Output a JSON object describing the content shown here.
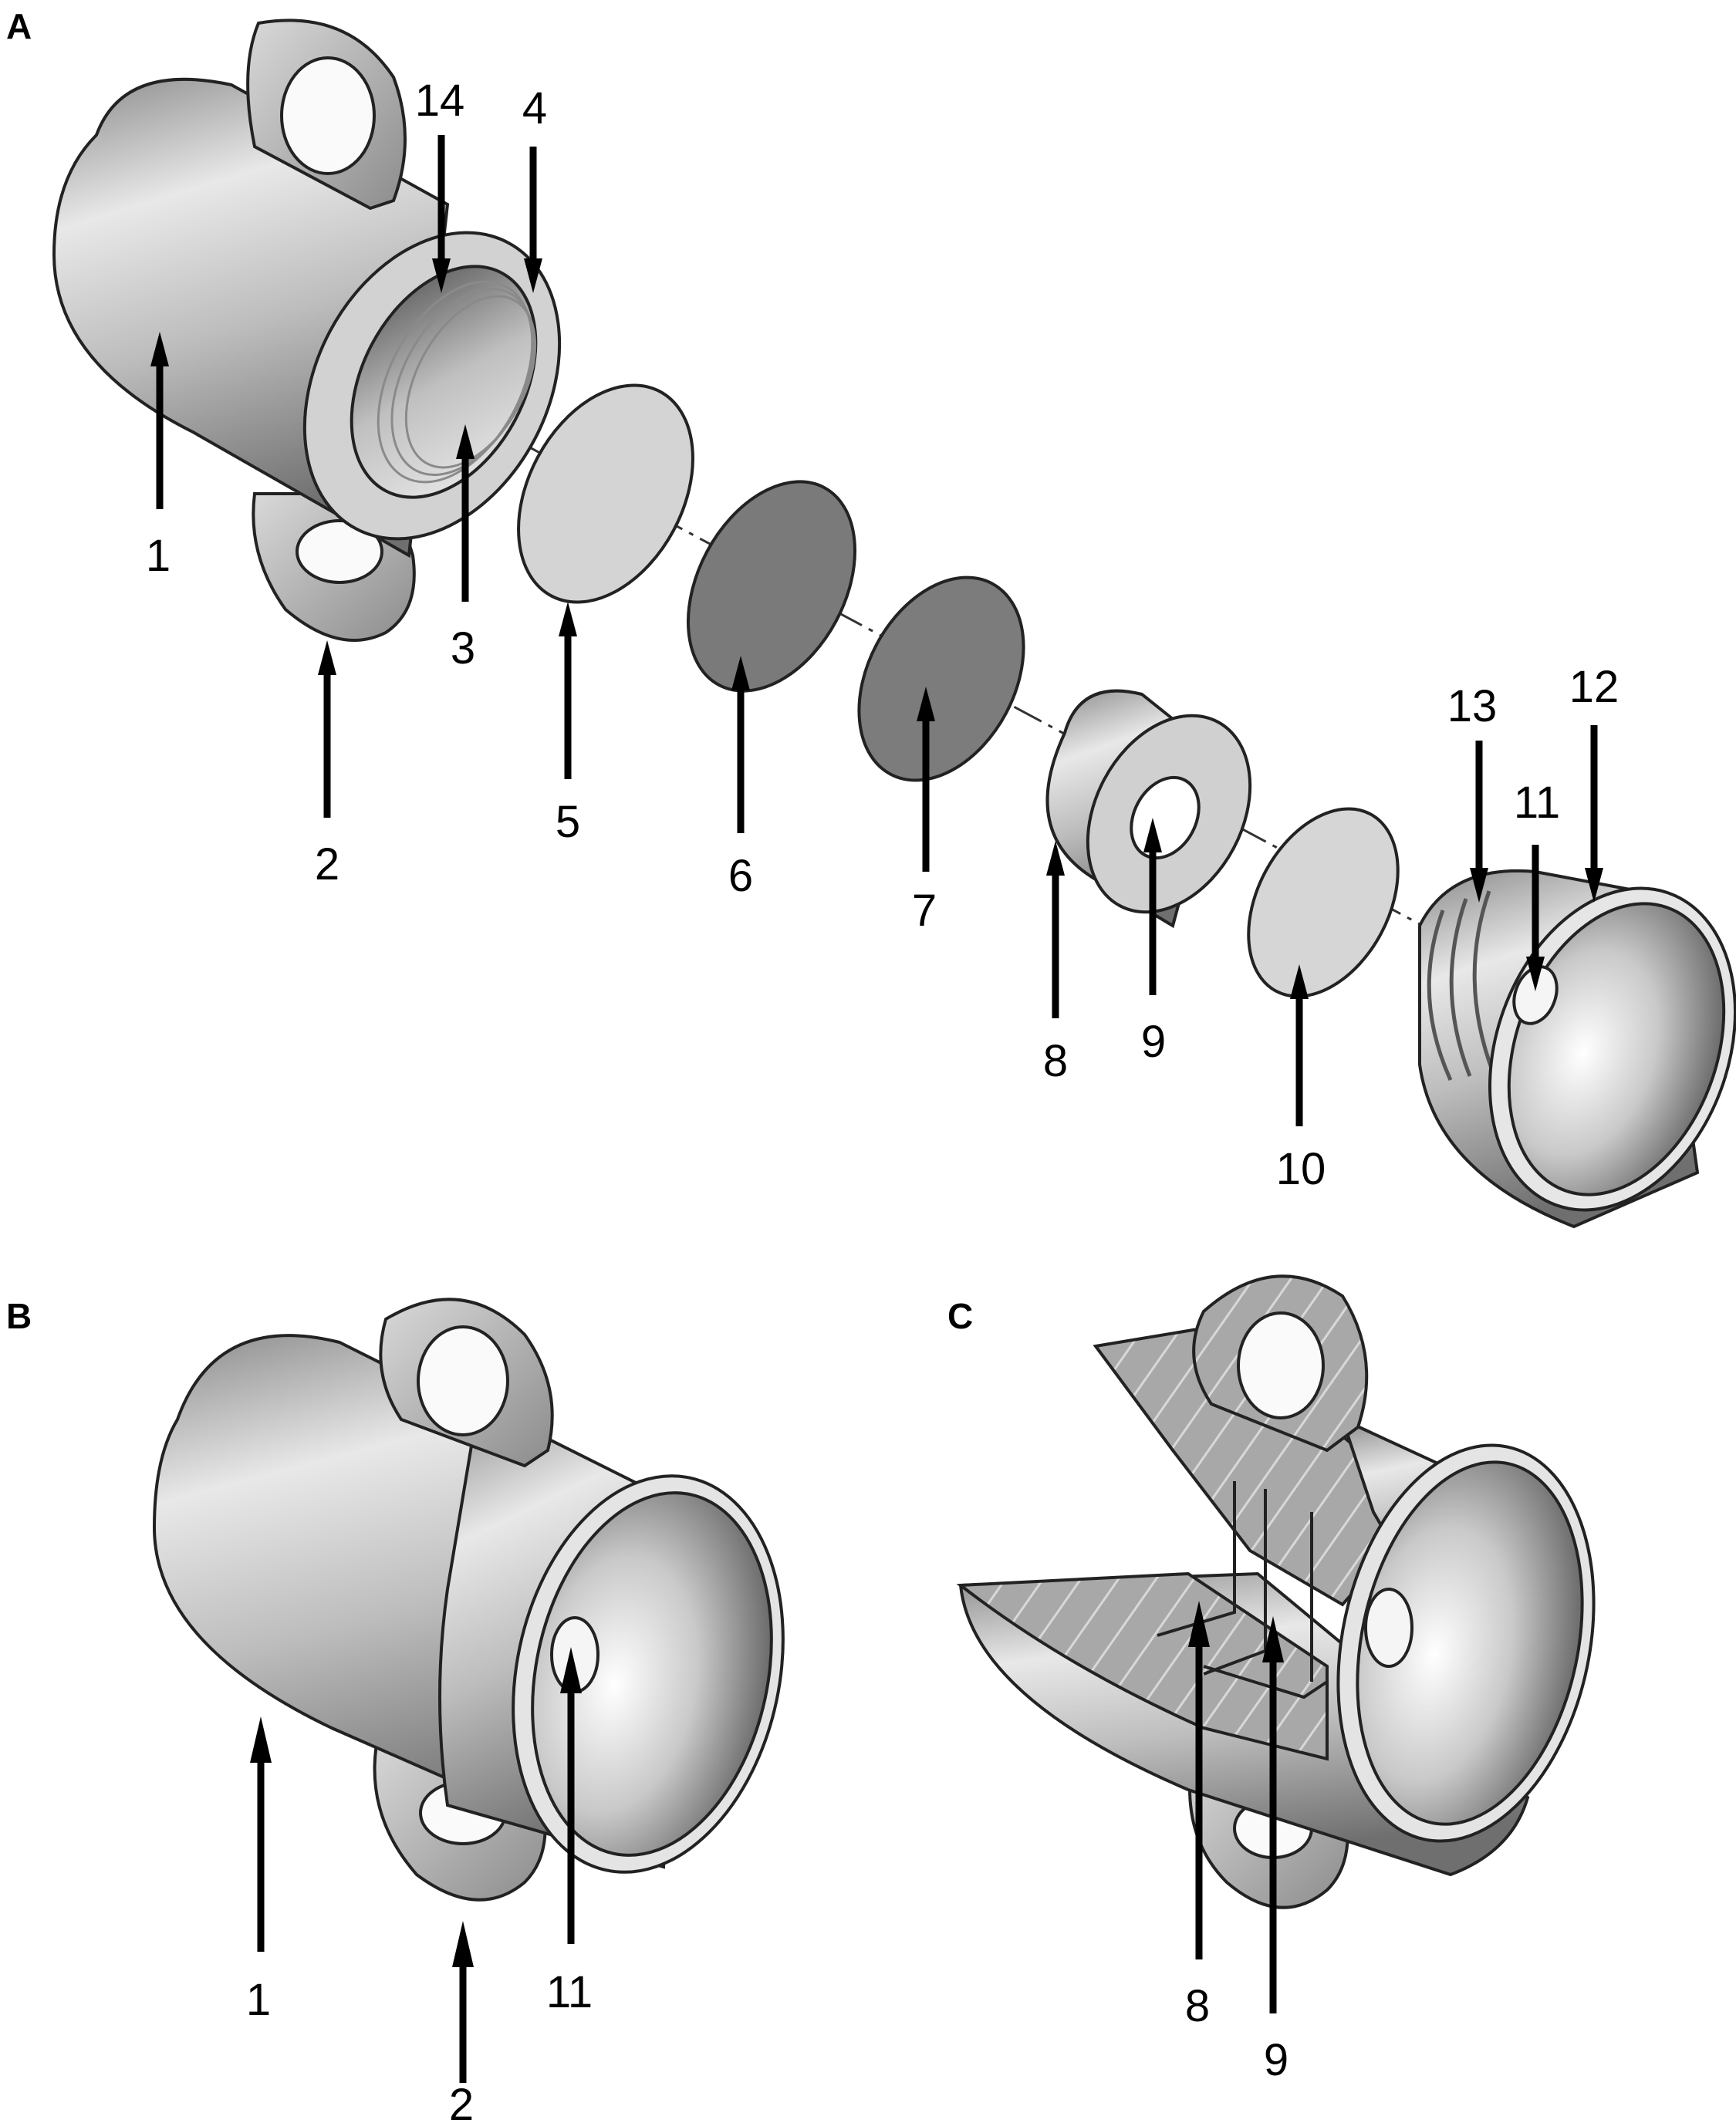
{
  "panels": [
    {
      "id": "A",
      "label": "A"
    },
    {
      "id": "B",
      "label": "B"
    },
    {
      "id": "C",
      "label": "C"
    }
  ],
  "callouts": {
    "a": [
      "1",
      "2",
      "3",
      "4",
      "5",
      "6",
      "7",
      "8",
      "9",
      "10",
      "11",
      "12",
      "13",
      "14"
    ],
    "b": [
      "1",
      "2",
      "11"
    ],
    "c": [
      "8",
      "9"
    ]
  },
  "colors": {
    "metal_light": "#f2f2f2",
    "metal_mid": "#b8b8b8",
    "metal_dark": "#6e6e6e",
    "disk_light": "#d4d4d4",
    "disk_dark": "#7a7a7a",
    "section_hatch": "#9a9a9a"
  }
}
